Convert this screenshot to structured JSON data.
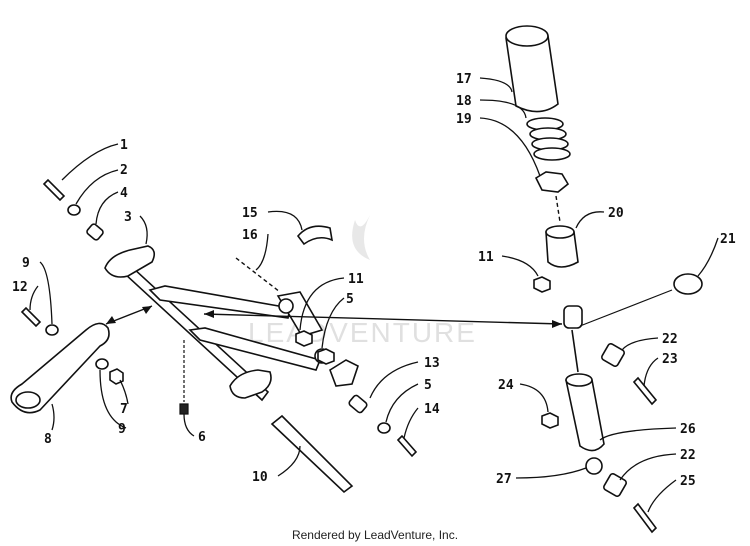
{
  "diagram": {
    "watermark": "LEADVENTURE",
    "footer": "Rendered by LeadVenture, Inc.",
    "callouts": [
      {
        "id": "c1",
        "text": "1"
      },
      {
        "id": "c2",
        "text": "2"
      },
      {
        "id": "c3",
        "text": "3"
      },
      {
        "id": "c4",
        "text": "4"
      },
      {
        "id": "c5a",
        "text": "5"
      },
      {
        "id": "c5b",
        "text": "5"
      },
      {
        "id": "c6",
        "text": "6"
      },
      {
        "id": "c7",
        "text": "7"
      },
      {
        "id": "c8",
        "text": "8"
      },
      {
        "id": "c9a",
        "text": "9"
      },
      {
        "id": "c9b",
        "text": "9"
      },
      {
        "id": "c10",
        "text": "10"
      },
      {
        "id": "c11a",
        "text": "11"
      },
      {
        "id": "c11b",
        "text": "11"
      },
      {
        "id": "c12",
        "text": "12"
      },
      {
        "id": "c13",
        "text": "13"
      },
      {
        "id": "c14",
        "text": "14"
      },
      {
        "id": "c15",
        "text": "15"
      },
      {
        "id": "c16",
        "text": "16"
      },
      {
        "id": "c17",
        "text": "17"
      },
      {
        "id": "c18",
        "text": "18"
      },
      {
        "id": "c19",
        "text": "19"
      },
      {
        "id": "c20",
        "text": "20"
      },
      {
        "id": "c21",
        "text": "21"
      },
      {
        "id": "c22a",
        "text": "22"
      },
      {
        "id": "c22b",
        "text": "22"
      },
      {
        "id": "c23",
        "text": "23"
      },
      {
        "id": "c24",
        "text": "24"
      },
      {
        "id": "c25",
        "text": "25"
      },
      {
        "id": "c26",
        "text": "26"
      },
      {
        "id": "c27",
        "text": "27"
      }
    ]
  }
}
